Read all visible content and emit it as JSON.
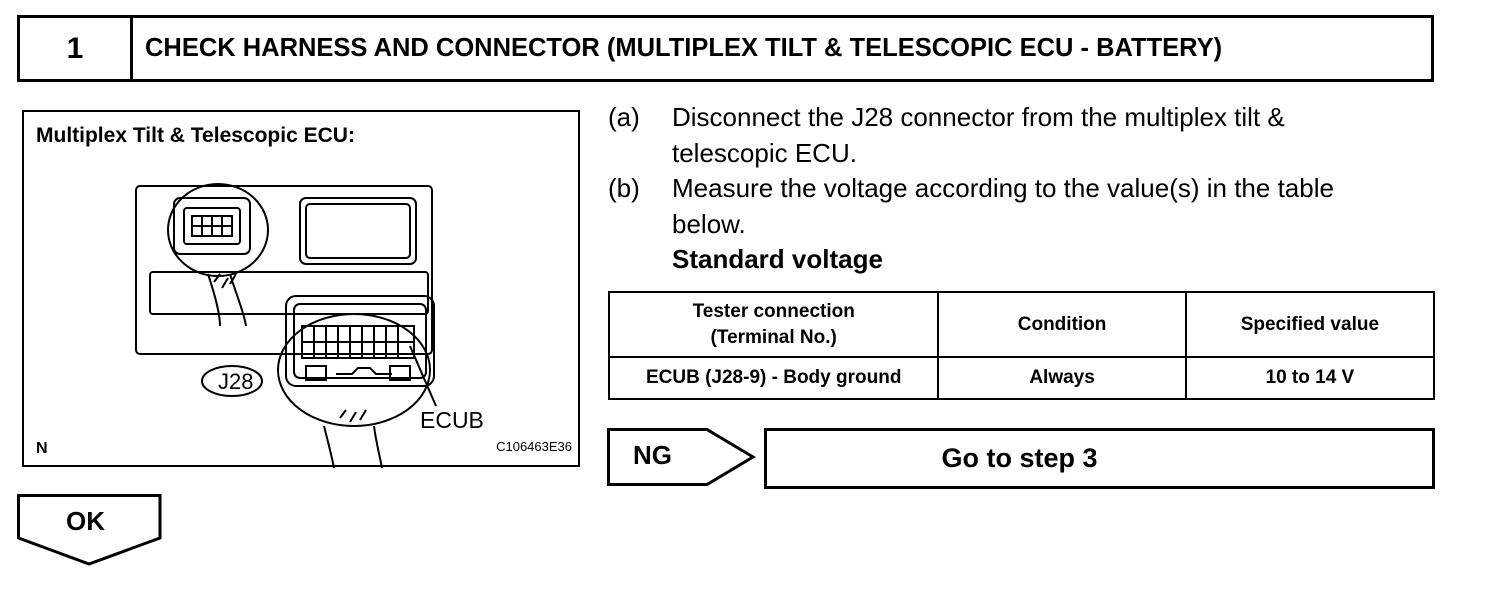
{
  "step": {
    "number": "1",
    "title": "CHECK HARNESS AND CONNECTOR (MULTIPLEX TILT & TELESCOPIC ECU - BATTERY)"
  },
  "figure": {
    "title": "Multiplex Tilt & Telescopic ECU:",
    "connector_label": "J28",
    "terminal_label": "ECUB",
    "corner_mark": "N",
    "code": "C106463E36"
  },
  "instructions": [
    {
      "label": "(a)",
      "text": "Disconnect the J28 connector from the multiplex tilt & telescopic ECU."
    },
    {
      "label": "(b)",
      "text": "Measure the voltage according to the value(s) in the table below."
    }
  ],
  "standard_label": "Standard voltage",
  "table": {
    "headers": [
      "Tester connection (Terminal No.)",
      "Condition",
      "Specified value"
    ],
    "rows": [
      [
        "ECUB (J28-9) - Body ground",
        "Always",
        "10 to 14 V"
      ]
    ]
  },
  "ng": {
    "label": "NG",
    "action": "Go to step 3"
  },
  "ok": {
    "label": "OK"
  }
}
